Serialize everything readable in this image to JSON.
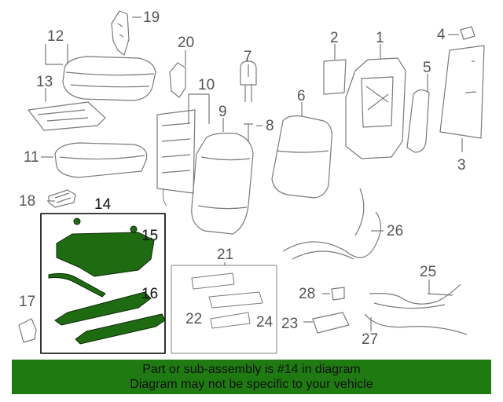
{
  "diagram": {
    "callouts": {
      "c1": "1",
      "c2": "2",
      "c3": "3",
      "c4": "4",
      "c5": "5",
      "c6": "6",
      "c7": "7",
      "c8": "8",
      "c9": "9",
      "c10": "10",
      "c11": "11",
      "c12": "12",
      "c13": "13",
      "c14": "14",
      "c15": "15",
      "c16": "16",
      "c17": "17",
      "c18": "18",
      "c19": "19",
      "c20": "20",
      "c21": "21",
      "c22": "22",
      "c23": "23",
      "c24": "24",
      "c25": "25",
      "c26": "26",
      "c27": "27",
      "c28": "28"
    },
    "highlight_color": "#1f6b12",
    "part_outline_color": "#777777"
  },
  "banner": {
    "line1": "Part or sub-assembly is #14 in diagram",
    "line2": "Diagram may not be specific to your vehicle",
    "background": "#1f7a12"
  }
}
